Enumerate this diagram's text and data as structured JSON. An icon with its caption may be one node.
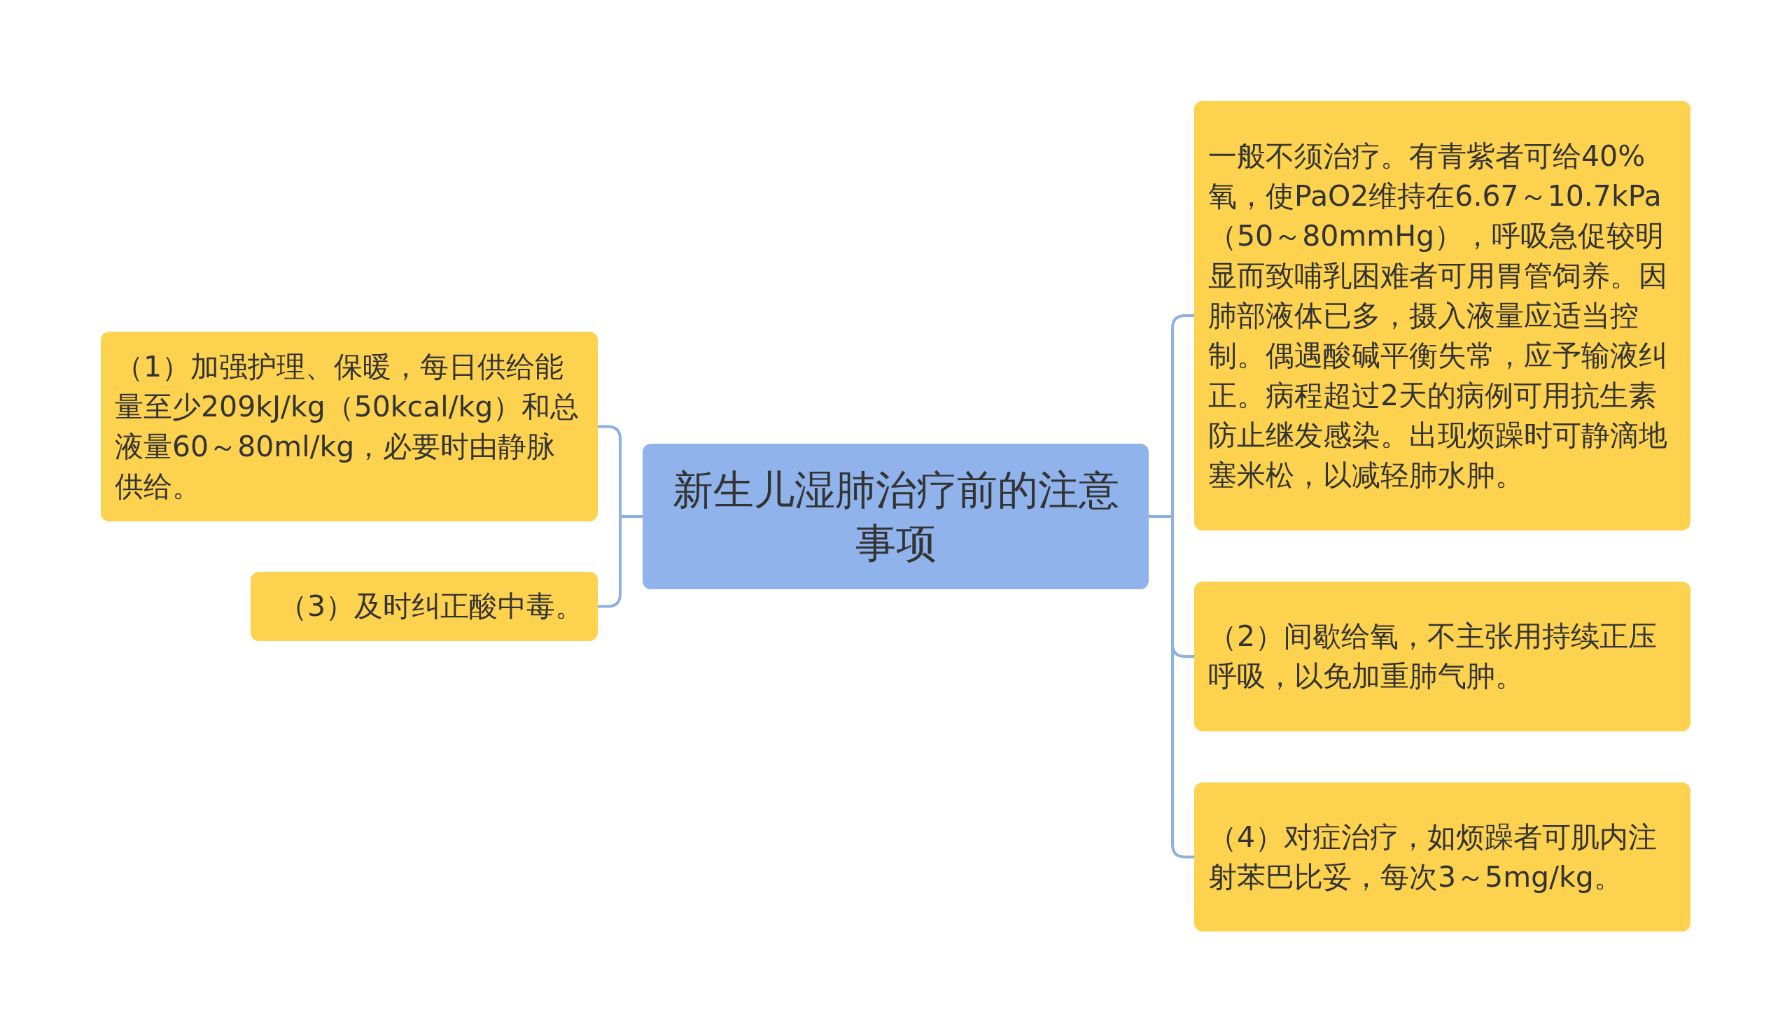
{
  "diagram": {
    "nodes": [
      {
        "text": [
          "新生儿湿肺治疗前的注意事项"
        ]
      },
      {
        "text": [
          "（1）加强护理、保暖，每日供给能量至少209kJ/kg（50kcal/kg）和总液量60～80ml/kg，必要时由静脉供给。"
        ]
      },
      {
        "text": [
          "（3）及时纠正酸中毒。"
        ]
      },
      {
        "text": [
          "一般不须治疗。有青紫者可给40%氧，使PaO2维持在6.67～10.7kPa（50～80mmHg），呼吸急促较明显而致哺乳困难者可用胃管饲养。因肺部液体已多，摄入液量应适当控制。偶遇酸碱平衡失常，应予输液纠正。病程超过2天的病例可用抗生素防止继发感染。出现烦躁时可静滴地塞米松，以减轻肺水肿。"
        ]
      },
      {
        "text": [
          "（2）间歇给氧，不主张用持续正压呼吸，以免加重肺气肿。"
        ]
      },
      {
        "text": [
          "（4）对症治疗，如烦躁者可肌内注射苯巴比妥，每次3～5mg/kg。"
        ]
      }
    ],
    "edges": [
      {
        "from": 0,
        "to": 1,
        "arrow": "none"
      },
      {
        "from": 0,
        "to": 2,
        "arrow": "none"
      },
      {
        "from": 0,
        "to": 3,
        "arrow": "none"
      },
      {
        "from": 0,
        "to": 4,
        "arrow": "none"
      },
      {
        "from": 0,
        "to": 5,
        "arrow": "none"
      }
    ]
  }
}
